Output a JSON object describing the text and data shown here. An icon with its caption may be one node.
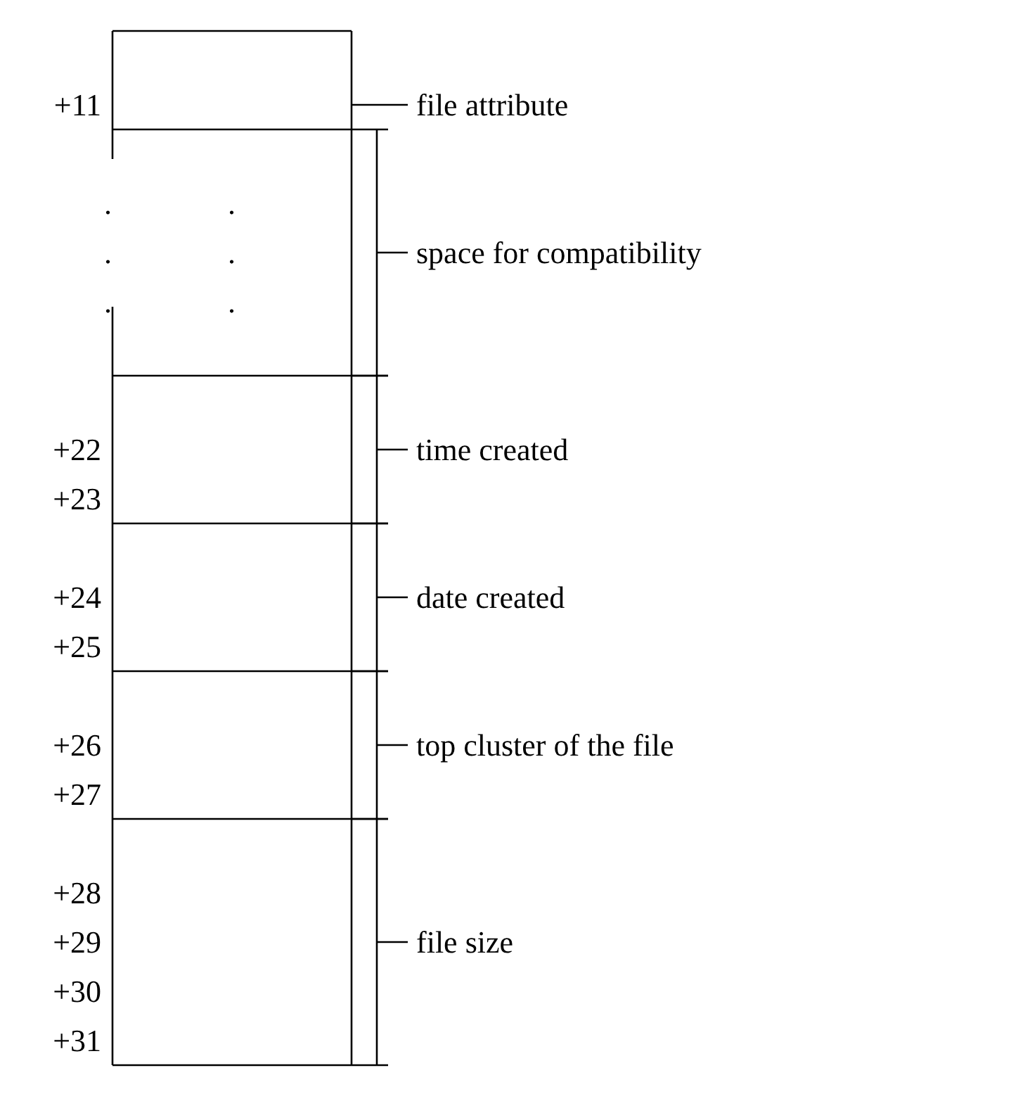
{
  "diagram": {
    "labels": [
      "+11",
      "file attribute",
      ".",
      ".",
      ".",
      ".",
      "space for compatibility",
      ".",
      ".",
      "+22",
      "time created",
      "+23",
      "+24",
      "date created",
      "+25",
      "+26",
      "top cluster of the file",
      "+27",
      "+28",
      "+29",
      "file size",
      "+30",
      "+31"
    ]
  }
}
